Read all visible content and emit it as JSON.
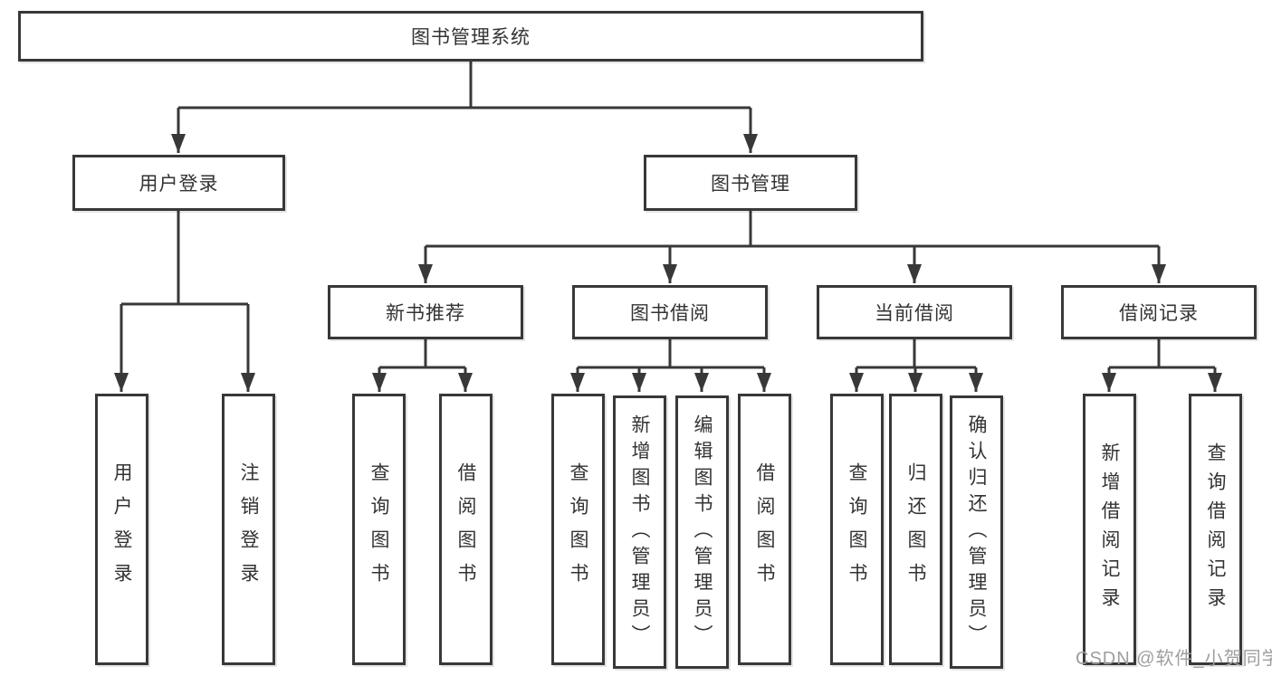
{
  "diagram": {
    "root": {
      "label": "图书管理系统"
    },
    "branches": [
      {
        "label": "用户登录",
        "children": [
          {
            "label": "用户登录"
          },
          {
            "label": "注销登录"
          }
        ]
      },
      {
        "label": "图书管理",
        "children": [
          {
            "label": "新书推荐",
            "children": [
              {
                "label": "查询图书"
              },
              {
                "label": "借阅图书"
              }
            ]
          },
          {
            "label": "图书借阅",
            "children": [
              {
                "label": "查询图书"
              },
              {
                "label": "新增图书（管理员）"
              },
              {
                "label": "编辑图书（管理员）"
              },
              {
                "label": "借阅图书"
              }
            ]
          },
          {
            "label": "当前借阅",
            "children": [
              {
                "label": "查询图书"
              },
              {
                "label": "归还图书"
              },
              {
                "label": "确认归还（管理员）"
              }
            ]
          },
          {
            "label": "借阅记录",
            "children": [
              {
                "label": "新增借阅记录"
              },
              {
                "label": "查询借阅记录"
              }
            ]
          }
        ]
      }
    ],
    "watermark": "CSDN @软件_小贺同学",
    "colors": {
      "line": "#383838",
      "box_fill": "#ffffff",
      "text": "#333333",
      "watermark": "#9e9e9e",
      "background": "#ffffff"
    }
  }
}
